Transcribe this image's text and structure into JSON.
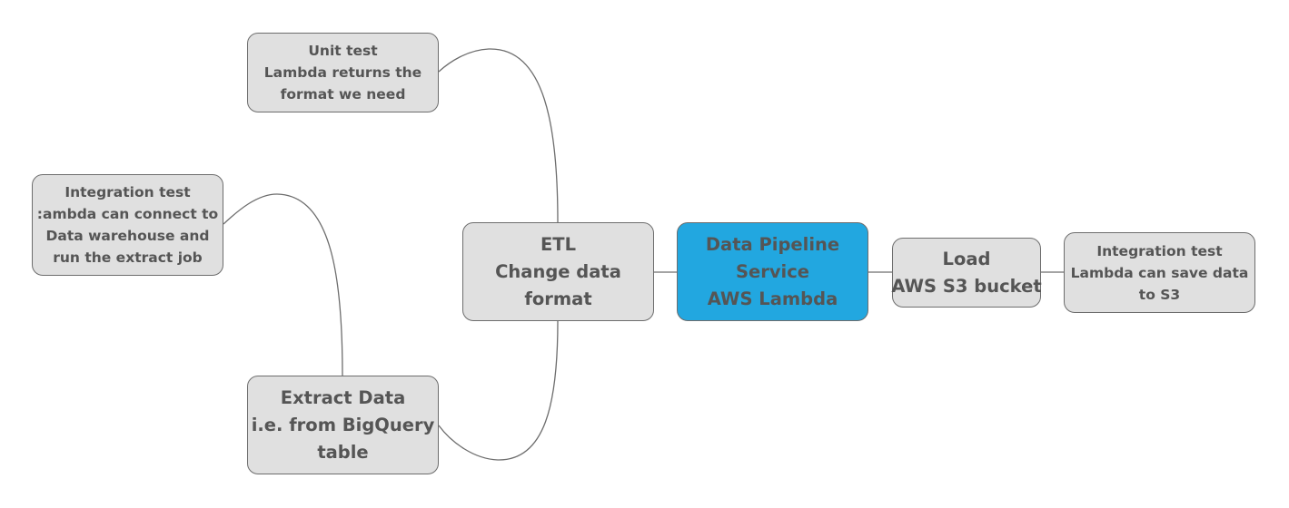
{
  "nodes": {
    "central": {
      "lines": [
        "Data Pipeline",
        "Service",
        "AWS Lambda"
      ]
    },
    "etl": {
      "lines": [
        "ETL",
        "Change data",
        "format"
      ]
    },
    "load": {
      "lines": [
        "Load",
        "AWS S3 bucket"
      ]
    },
    "unit_test": {
      "lines": [
        "Unit test",
        "Lambda returns the",
        "format we need"
      ]
    },
    "extract": {
      "lines": [
        "Extract Data",
        "i.e. from BigQuery",
        "table"
      ]
    },
    "integration_left": {
      "lines": [
        "Integration test",
        ":ambda can connect to",
        "Data warehouse and",
        "run the extract job"
      ]
    },
    "integration_right": {
      "lines": [
        "Integration test",
        "Lambda can save data",
        "to S3"
      ]
    }
  },
  "colors": {
    "central_fill": "#22a7e0",
    "node_fill": "#e0e0e0",
    "node_border": "#6d6d6d",
    "text": "#555555",
    "connector": "#6d6d6d"
  }
}
